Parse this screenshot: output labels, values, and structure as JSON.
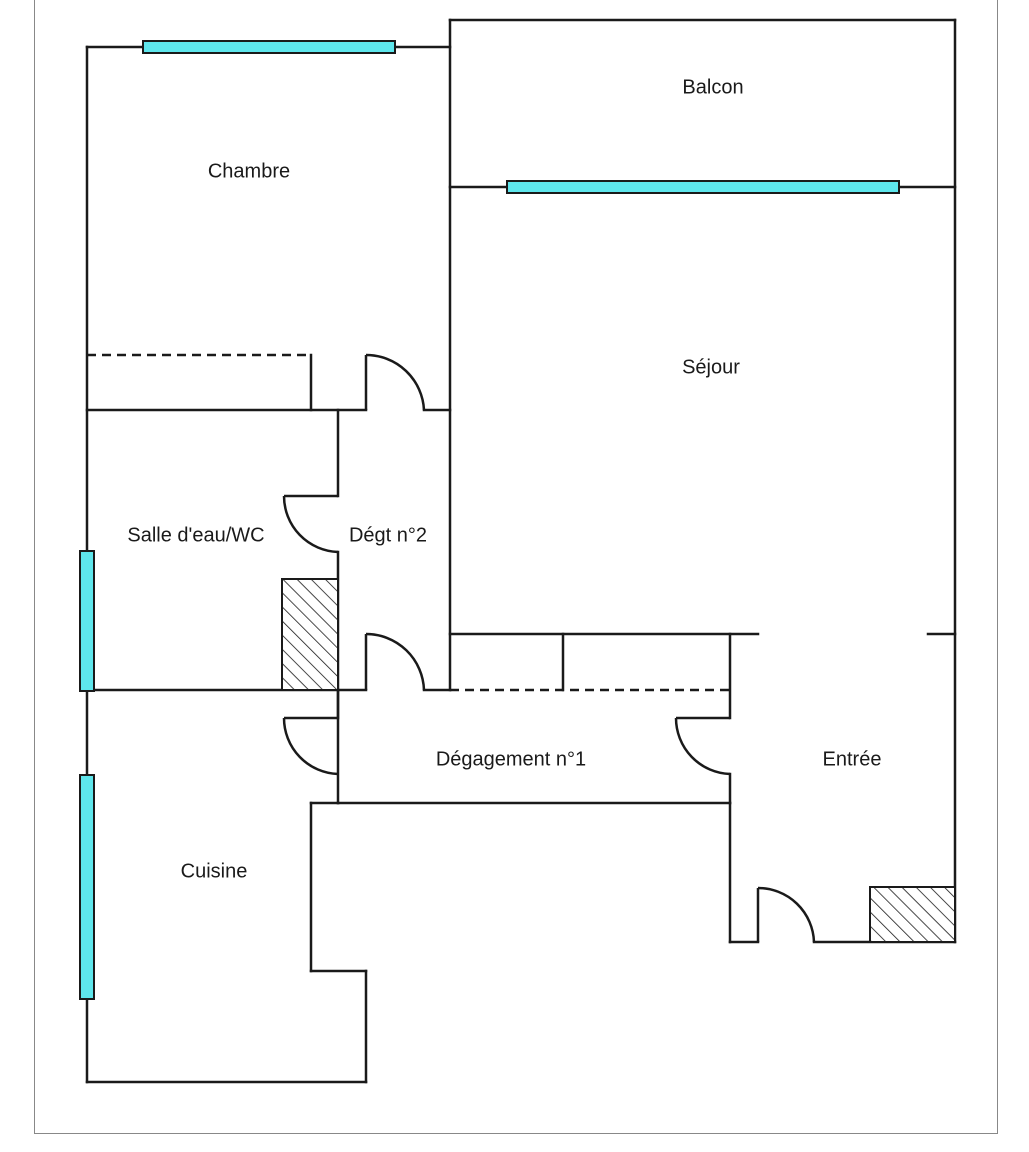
{
  "colors": {
    "wall": "#1a1a1a",
    "window": "#5ee6ec",
    "background": "#ffffff"
  },
  "rooms": {
    "chambre": "Chambre",
    "balcon": "Balcon",
    "sejour": "Séjour",
    "salle_eau": "Salle d'eau/WC",
    "degt2": "Dégt n°2",
    "degagement1": "Dégagement n°1",
    "entree": "Entrée",
    "cuisine": "Cuisine"
  }
}
